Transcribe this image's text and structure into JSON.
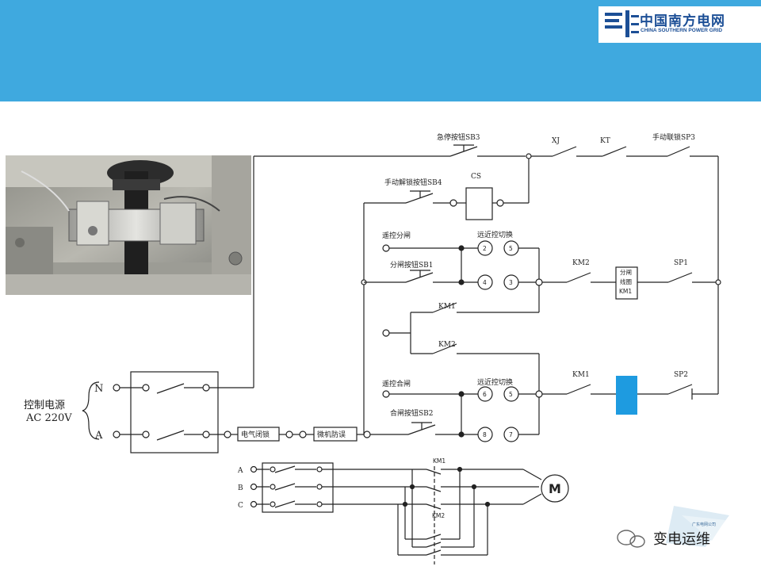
{
  "header": {
    "logo_cn": "中国南方电网",
    "logo_en": "CHINA SOUTHERN POWER GRID",
    "banner_color": "#3fa9df",
    "logo_color": "#1c4f96"
  },
  "control_circuit": {
    "estop": "急停按钮SB3",
    "xj": "XJ",
    "kt": "KT",
    "sp3": "手动联锁SP3",
    "sb4": "手动解锁按钮SB4",
    "cs": "CS",
    "remote_open": "遥控分闸",
    "switch_top": "远近控切换",
    "sb1": "分闸按钮SB1",
    "km2_top": "KM2",
    "coil1_line1": "分闸",
    "coil1_line2": "线圈",
    "coil1_line3": "KM1",
    "sp1": "SP1",
    "km1_mid": "KM1",
    "km2_mid": "KM2",
    "remote_close": "遥控合闸",
    "switch_bottom": "远近控切换",
    "km1_bottom": "KM1",
    "sp2": "SP2",
    "sb2": "合闸按钮SB2",
    "n_label": "N",
    "a_label": "A",
    "power_label_1": "控制电源",
    "power_label_2": "AC 220V",
    "elec_lock": "电气闭锁",
    "micro_lock": "微机防误",
    "contacts": [
      "2",
      "5",
      "4",
      "3",
      "6",
      "5",
      "8",
      "7"
    ],
    "coil2_color": "#1e9be0"
  },
  "motor_circuit": {
    "phase_a": "A",
    "phase_b": "B",
    "phase_c": "C",
    "km1": "KM1",
    "km2": "KM2",
    "motor": "M"
  },
  "watermark": {
    "text": "变电运维",
    "sub": "广东电网公司"
  }
}
